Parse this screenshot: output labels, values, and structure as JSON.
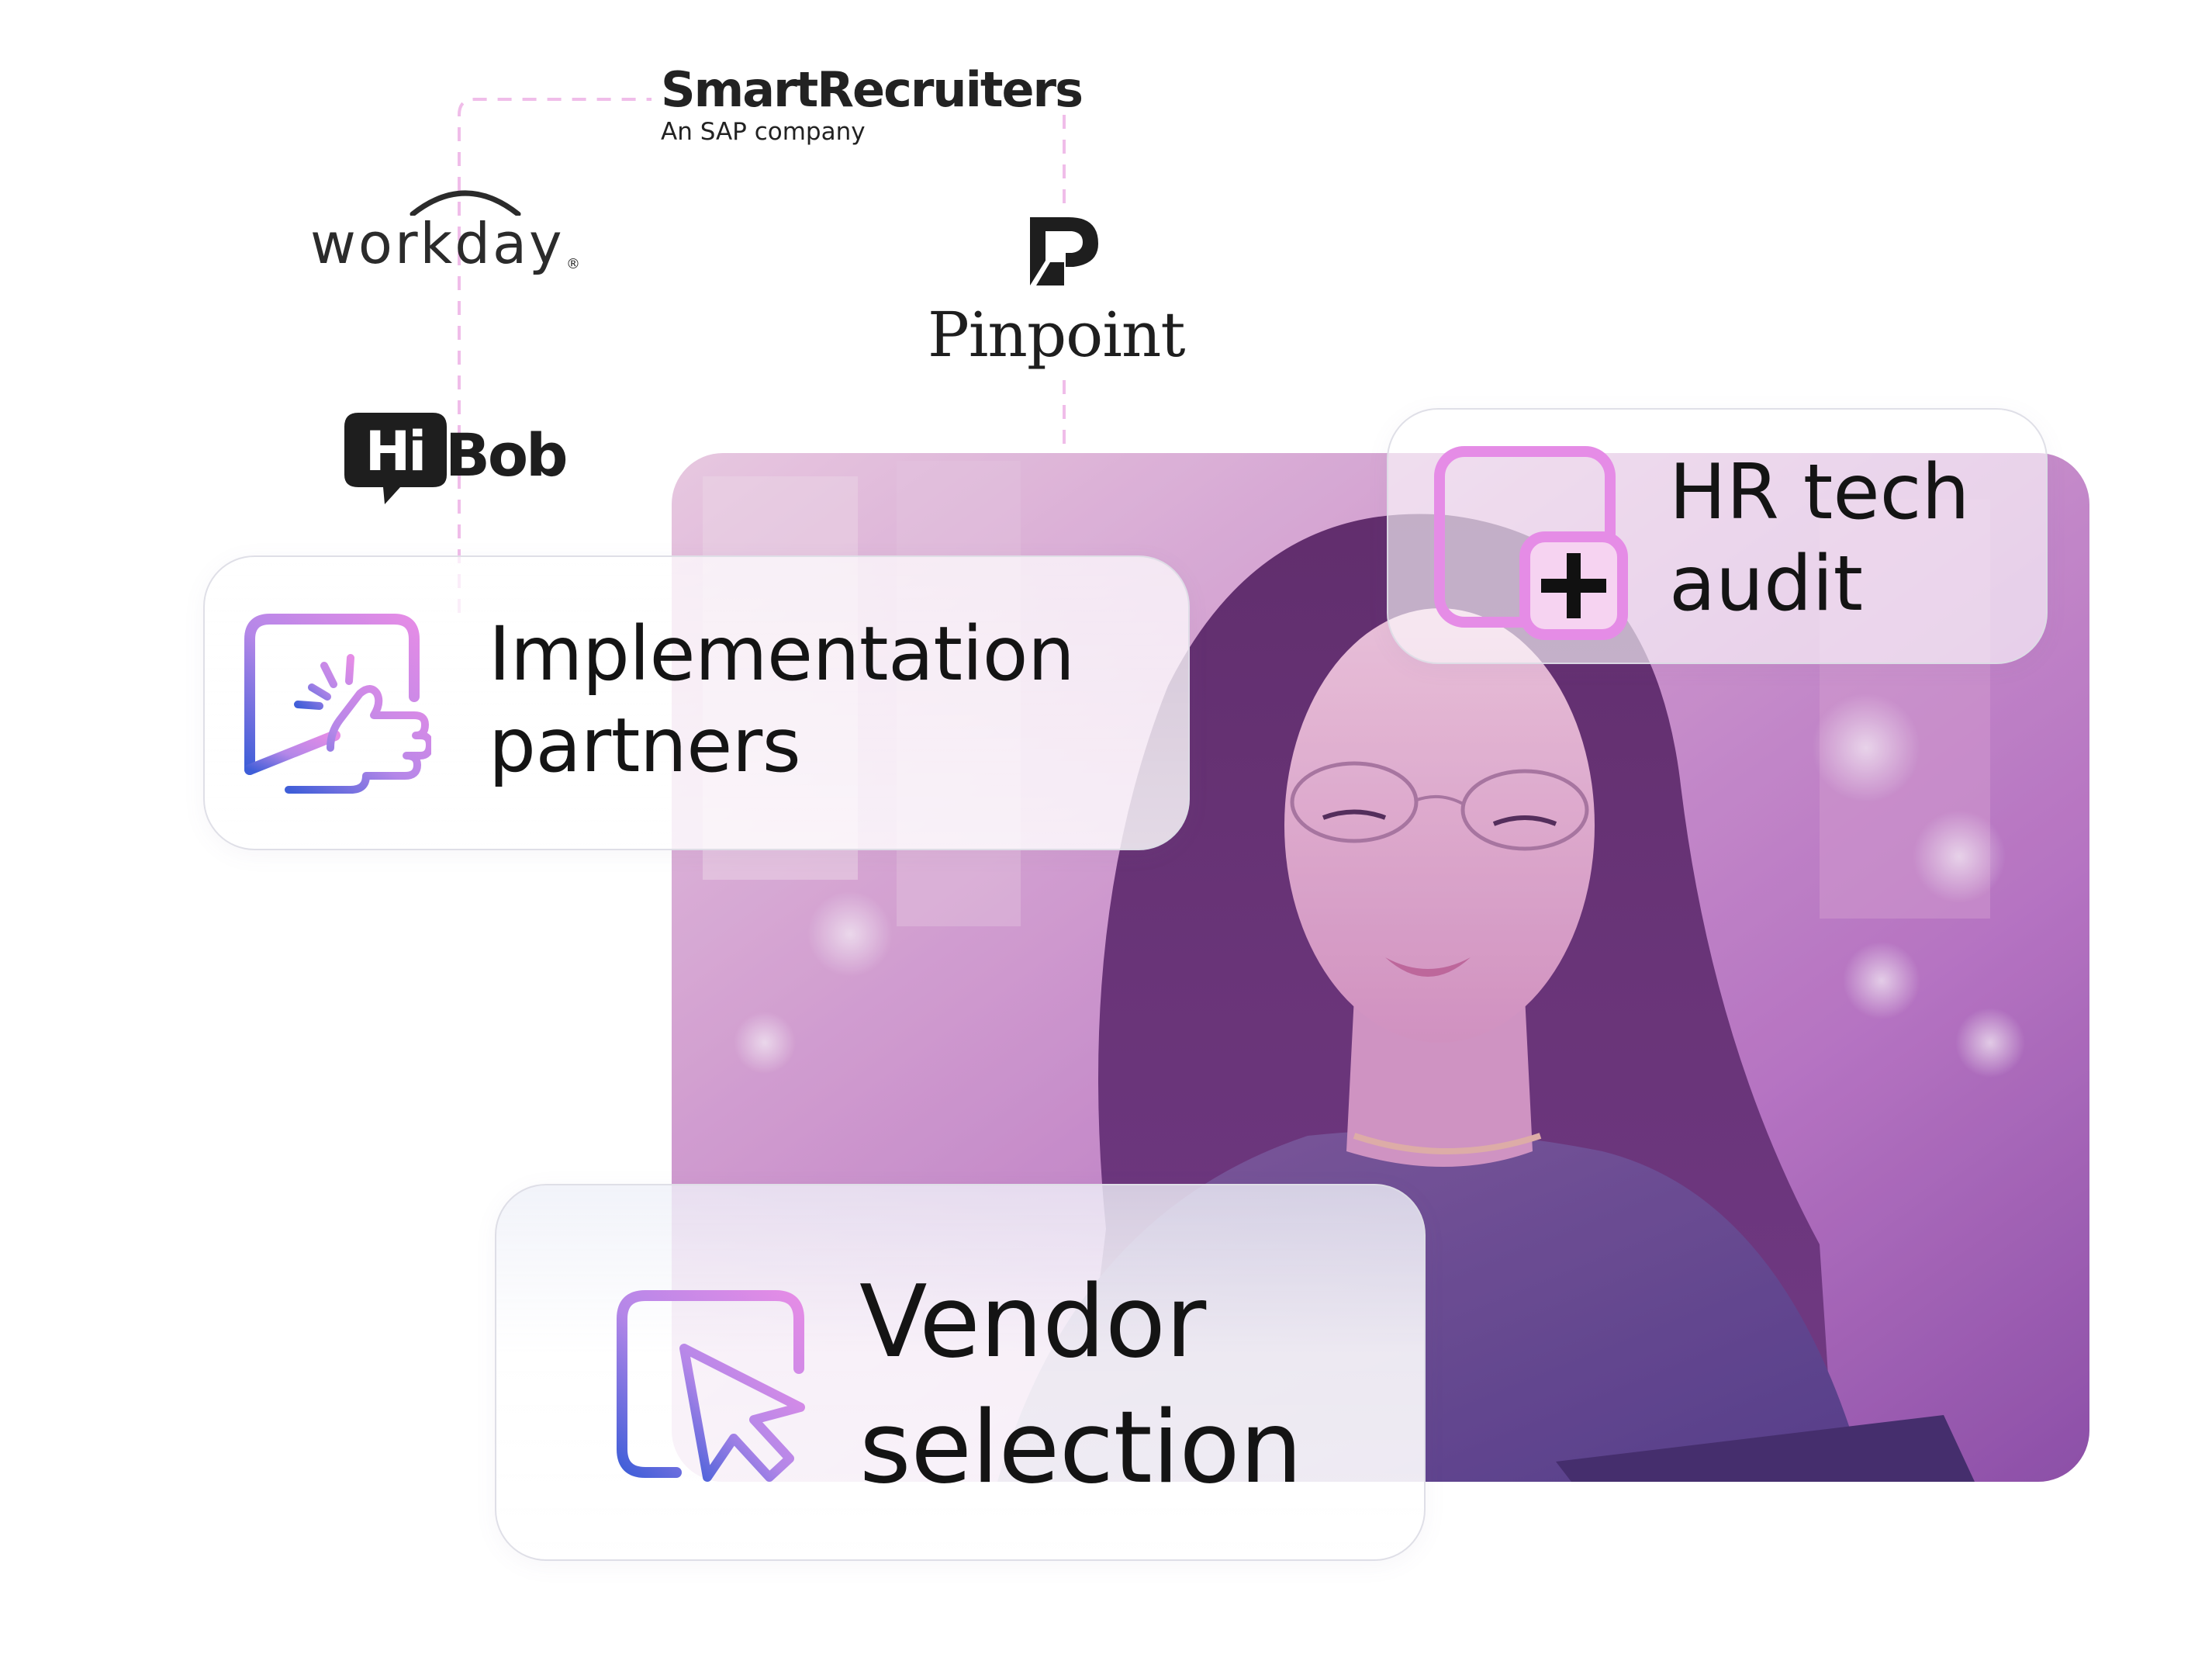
{
  "partner_logos": {
    "smartrecruiters": {
      "name": "SmartRecruiters",
      "tagline": "An SAP company"
    },
    "workday": {
      "name": "workday",
      "registered_mark": "®"
    },
    "pinpoint": {
      "name": "Pinpoint"
    },
    "hibob": {
      "hi": "Hi",
      "bob": "Bob"
    }
  },
  "cards": {
    "implementation": {
      "label": "Implementation\npartners",
      "icon": "handshake-chat-icon"
    },
    "audit": {
      "label": "HR tech\naudit",
      "icon": "add-square-icon"
    },
    "vendor": {
      "label": "Vendor\nselection",
      "icon": "cursor-select-icon"
    }
  },
  "colors": {
    "accent_pink": "#e58ce6",
    "accent_blue": "#3f5ed8",
    "accent_violet": "#8b6be0",
    "connector": "#f0bde9",
    "text": "#141414",
    "photo_tint": "#9a4fa5"
  },
  "photo": {
    "subject": "woman-with-glasses-photo"
  }
}
